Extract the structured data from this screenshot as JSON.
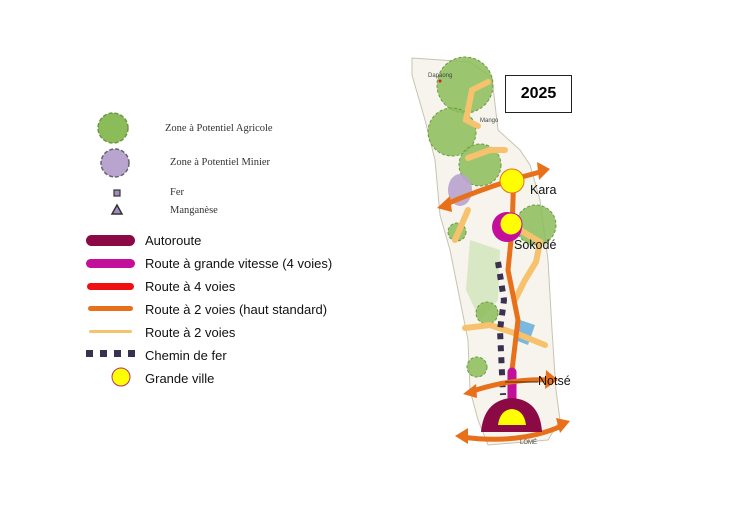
{
  "year": "2025",
  "legend": {
    "zones": [
      {
        "label": "Zone à Potentiel Agricole",
        "color": "#8cbc5a"
      },
      {
        "label": "Zone à Potentiel Minier",
        "color": "#b9a3cf"
      },
      {
        "label": "Fer",
        "color": "#a48bbf"
      },
      {
        "label": "Manganèse",
        "color": "#a48bbf"
      }
    ],
    "roads": [
      {
        "label": "Autoroute",
        "color": "#8b0a45"
      },
      {
        "label": "Route à grande vitesse (4 voies)",
        "color": "#c3109a"
      },
      {
        "label": "Route à 4 voies",
        "color": "#f01010"
      },
      {
        "label": "Route à 2 voies (haut standard)",
        "color": "#e8701a"
      },
      {
        "label": "Route à 2 voies",
        "color": "#f7c26e"
      },
      {
        "label": "Chemin de fer",
        "color": "#3a3050"
      },
      {
        "label": "Grande ville",
        "color": "#ffff00"
      }
    ]
  },
  "cities": {
    "kara": "Kara",
    "sokode": "Sokodé",
    "notse": "Notsé",
    "dapaong": "Dapaong",
    "mango": "Mango",
    "lome": "LOMÉ"
  }
}
